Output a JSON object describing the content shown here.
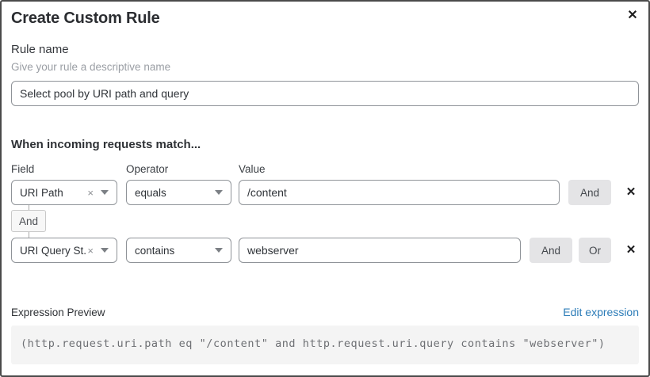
{
  "dialog": {
    "title": "Create Custom Rule"
  },
  "icons": {
    "close": "✕",
    "remove": "✕",
    "clear": "×"
  },
  "rule_name": {
    "label": "Rule name",
    "hint": "Give your rule a descriptive name",
    "value": "Select pool by URI path and query"
  },
  "matcher": {
    "heading": "When incoming requests match...",
    "columns": {
      "field": "Field",
      "operator": "Operator",
      "value": "Value"
    },
    "connector_label": "And",
    "rows": [
      {
        "field": "URI Path",
        "operator": "equals",
        "value": "/content",
        "and_label": "And"
      },
      {
        "field": "URI Query St...",
        "operator": "contains",
        "value": "webserver",
        "and_label": "And",
        "or_label": "Or"
      }
    ]
  },
  "expression": {
    "label": "Expression Preview",
    "edit_link": "Edit expression",
    "code": "(http.request.uri.path eq \"/content\" and http.request.uri.query contains \"webserver\")"
  },
  "colors": {
    "accent_blue": "#2c7cb8",
    "button_bg": "#e4e4e6",
    "code_bg": "#f4f4f4",
    "input_border": "#8f9398",
    "modal_border": "#4a4a4a"
  }
}
